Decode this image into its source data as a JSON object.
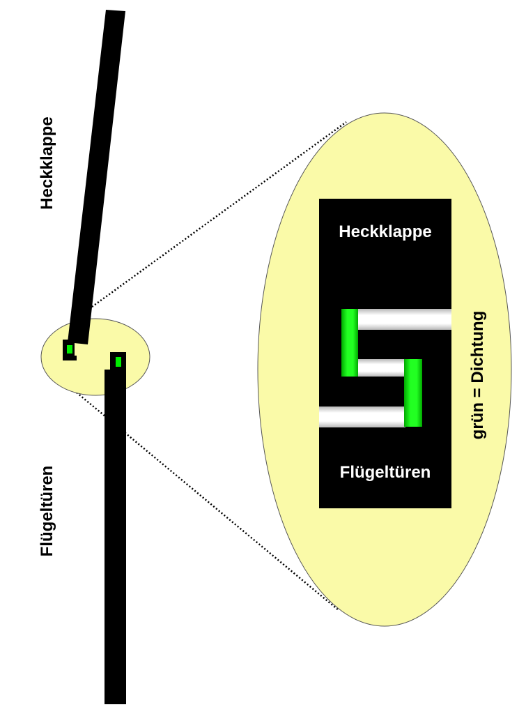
{
  "labels": {
    "tailgate_side": "Heckklappe",
    "doors_side": "Flügeltüren",
    "tailgate_inset": "Heckklappe",
    "doors_inset": "Flügeltüren",
    "legend": "grün = Dichtung"
  },
  "colors": {
    "panel": "#000000",
    "seal": "#00ee00",
    "ellipse_fill": "#fafaa8",
    "ellipse_stroke": "#555555",
    "channel": "#ffffff",
    "background": "#ffffff"
  }
}
